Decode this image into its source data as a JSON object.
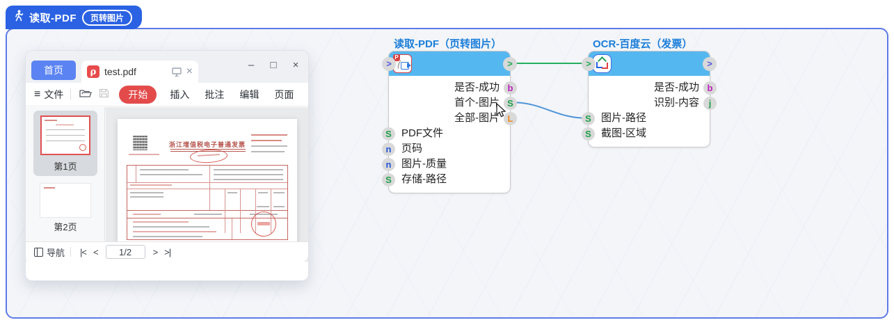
{
  "app": {
    "tab_title": "读取-PDF",
    "tab_badge": "页转图片"
  },
  "glyphs": {
    "hamburger": "≡",
    "minimize": "–",
    "maximize": "□",
    "close": "×",
    "tab_close": "×",
    "nav_first": "|<",
    "nav_prev": "<",
    "nav_next": ">",
    "nav_last": ">|",
    "port_arrow": ">",
    "pdf_logo": "ρ",
    "p_badge": "P"
  },
  "pdf_window": {
    "home_tab": "首页",
    "document_tab": "test.pdf",
    "toolbar": {
      "file": "文件",
      "start": "开始",
      "insert": "插入",
      "annotate": "批注",
      "edit": "编辑",
      "page": "页面"
    },
    "thumbnails": [
      {
        "label": "第1页"
      },
      {
        "label": "第2页"
      }
    ],
    "invoice": {
      "title": "浙江增值税电子普通发票"
    },
    "statusbar": {
      "nav": "导航",
      "page": "1/2"
    }
  },
  "flow": {
    "nodes": [
      {
        "title": "读取-PDF（页转图片）",
        "outputs": [
          {
            "label": "是否-成功",
            "port": "b"
          },
          {
            "label": "首个-图片",
            "port": "S"
          },
          {
            "label": "全部-图片",
            "port": "L"
          }
        ],
        "inputs": [
          {
            "port": "S",
            "label": "PDF文件"
          },
          {
            "port": "n",
            "label": "页码"
          },
          {
            "port": "n",
            "label": "图片-质量"
          },
          {
            "port": "S",
            "label": "存储-路径"
          }
        ]
      },
      {
        "title": "OCR-百度云（发票）",
        "outputs": [
          {
            "label": "是否-成功",
            "port": "b"
          },
          {
            "label": "识别-内容",
            "port": "j"
          }
        ],
        "inputs": [
          {
            "port": "S",
            "label": "图片-路径"
          },
          {
            "port": "S",
            "label": "截图-区域"
          }
        ]
      }
    ],
    "wires": [
      {
        "from": "读取-PDF（页转图片）:next",
        "to": "OCR-百度云（发票）:run",
        "color": "#27ae60"
      },
      {
        "from": "读取-PDF（页转图片）:首个-图片",
        "to": "OCR-百度云（发票）:图片-路径",
        "color": "#4f94d8"
      }
    ]
  },
  "colors": {
    "frame_border": "#5d7ae6",
    "workflow_tab": "#2b62e3",
    "node_header": "#55b7ef",
    "node_title": "#1b7ed9",
    "wire_green": "#27ae60",
    "wire_blue": "#4f94d8",
    "port_b": "#bb1fbb",
    "port_S": "#1e9e4a",
    "port_L": "#ef8b1d",
    "port_n": "#2356d7",
    "port_j": "#1e9e4a",
    "start_button": "#e34b4b",
    "home_button": "#5b84f2"
  }
}
